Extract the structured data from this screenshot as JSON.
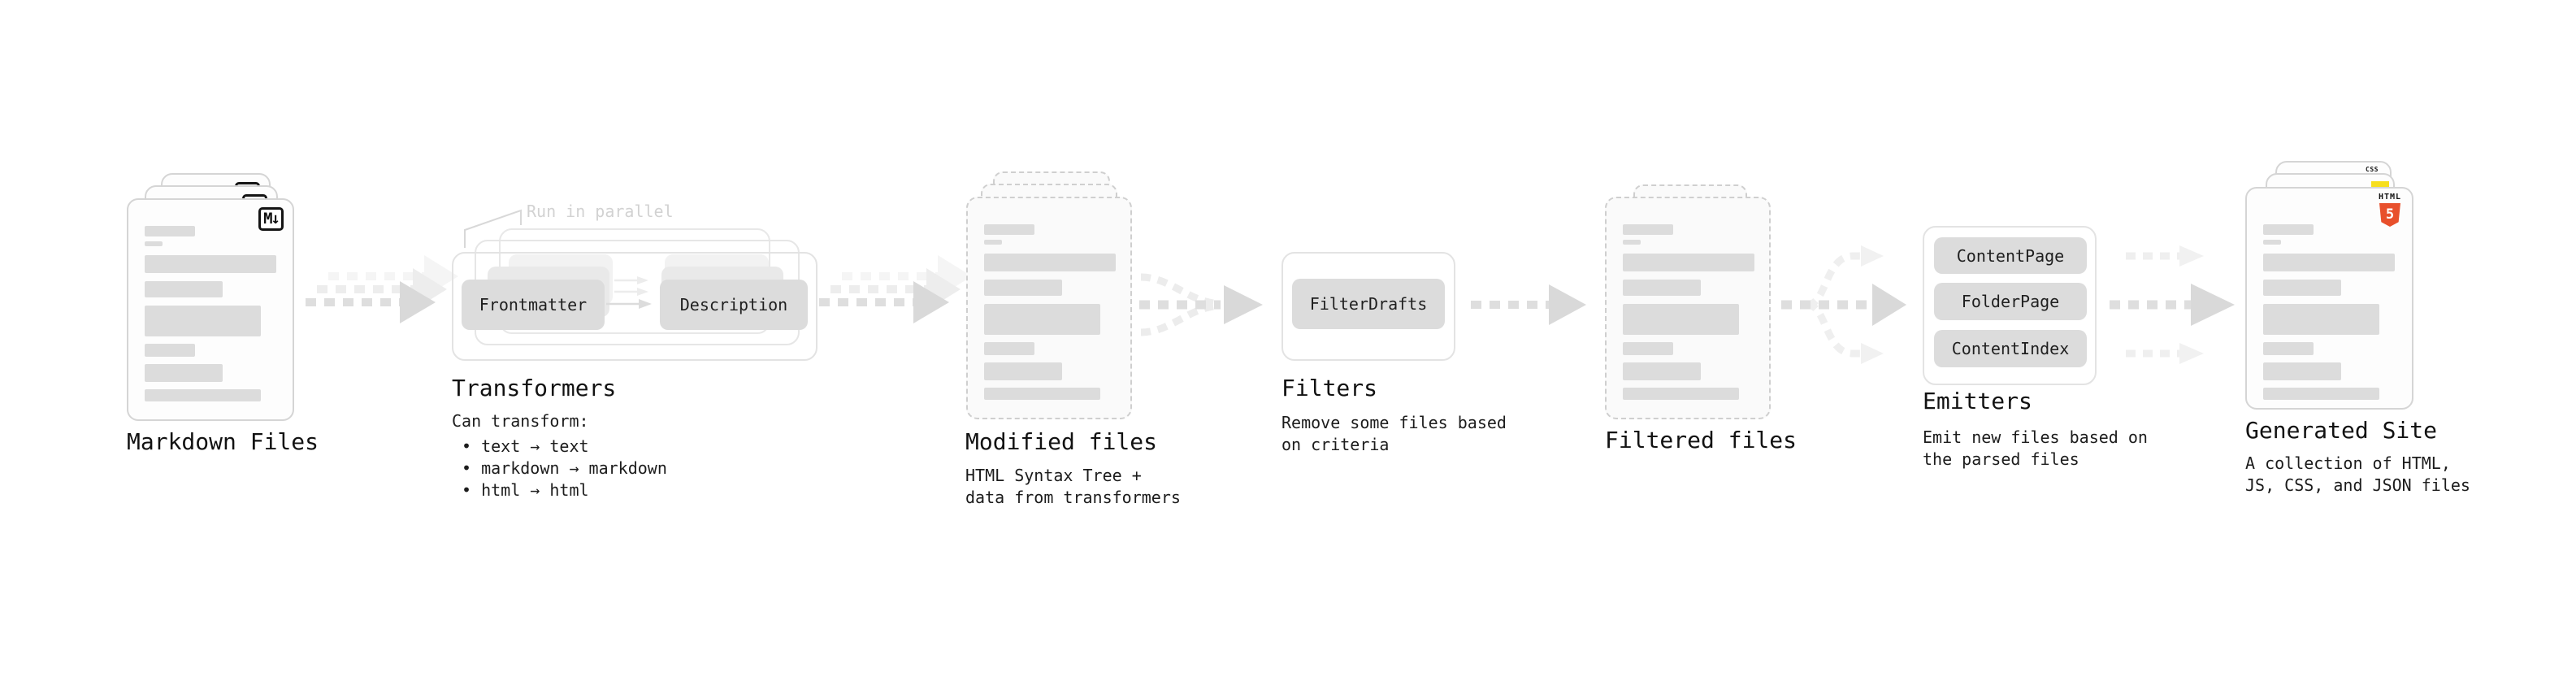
{
  "diagram": {
    "markdown": {
      "label": "Markdown Files",
      "badge": "M↓"
    },
    "transformers": {
      "label": "Transformers",
      "callout": "Run in parallel",
      "pill_left": "Frontmatter",
      "pill_right": "Description",
      "note_title": "Can transform:",
      "bullets": [
        "• text → text",
        "• markdown → markdown",
        "• html → html"
      ]
    },
    "modified": {
      "label": "Modified files",
      "desc": "HTML Syntax Tree +\ndata from transformers"
    },
    "filters": {
      "label": "Filters",
      "pill": "FilterDrafts",
      "desc": "Remove some files based\non criteria"
    },
    "filtered": {
      "label": "Filtered files"
    },
    "emitters": {
      "label": "Emitters",
      "pills": [
        "ContentPage",
        "FolderPage",
        "ContentIndex"
      ],
      "desc": "Emit new files based on\nthe parsed files"
    },
    "generated": {
      "label": "Generated Site",
      "desc": "A collection of HTML,\nJS, CSS, and JSON files",
      "badge_html_top": "HTML",
      "badge_html_num": "5",
      "badge_css": "CSS"
    }
  },
  "colors": {
    "card_border": "#d5d5d5",
    "dashed_border": "#cfcfcf",
    "bar_fill": "#dcdcdc",
    "pill_fill": "#dcdcdc",
    "frame_border": "#e3e3e3",
    "arrow_main": "#d9d9d9",
    "arrow_ghost": "#ededed",
    "muted_text": "#d2d2d2",
    "html5_orange": "#e8502c",
    "js_yellow": "#f7df1e",
    "css_blue": "#2d65e0"
  }
}
